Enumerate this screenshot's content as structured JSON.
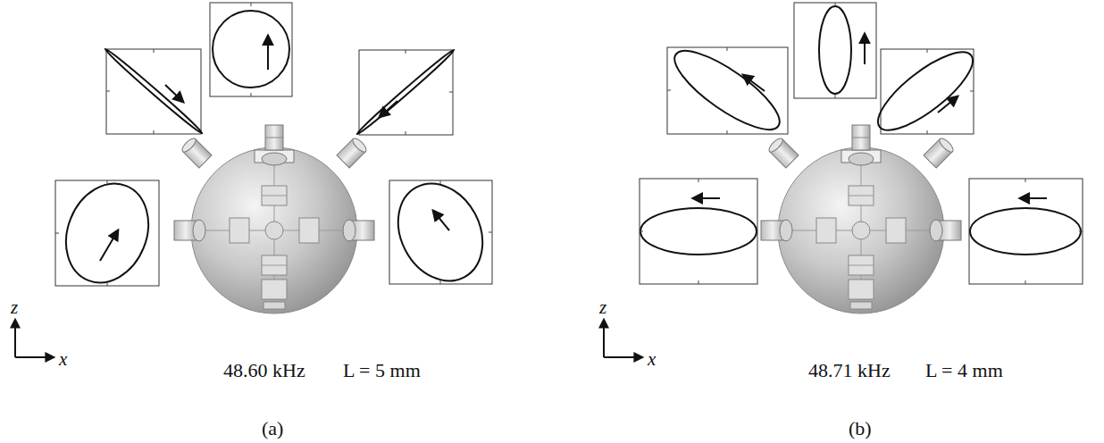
{
  "diagram": {
    "labels": [
      "z",
      "x",
      "48.60 kHz",
      "L = 5 mm",
      "(a)",
      "z",
      "x",
      "48.71 kHz",
      "L = 4 mm",
      "(b)"
    ]
  }
}
